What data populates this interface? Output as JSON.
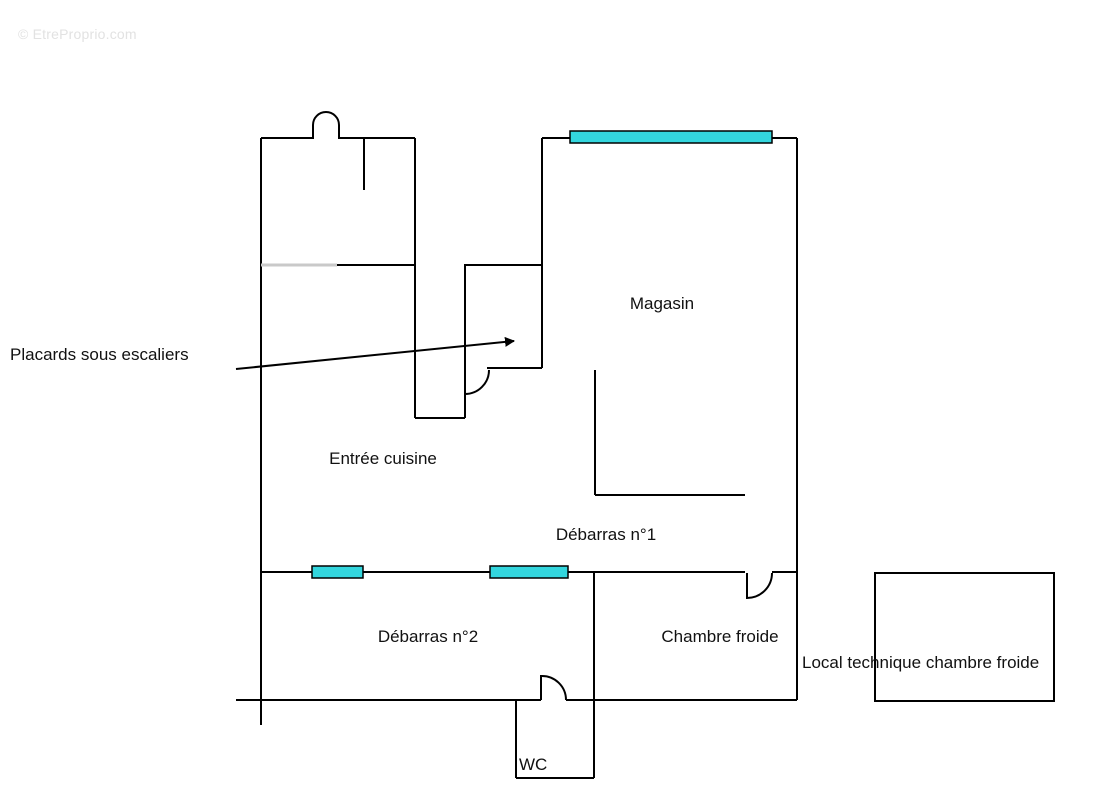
{
  "watermark": "© EtreProprio.com",
  "colors": {
    "window": "#33d6de",
    "wall": "#000000"
  },
  "rooms": {
    "magasin": "Magasin",
    "entree_cuisine": "Entrée cuisine",
    "debarras_1": "Débarras n°1",
    "debarras_2": "Débarras n°2",
    "chambre_froide": "Chambre froide",
    "local_technique": "Local technique chambre froide",
    "wc": "WC"
  },
  "annotation": {
    "label": "Placards sous escaliers"
  }
}
